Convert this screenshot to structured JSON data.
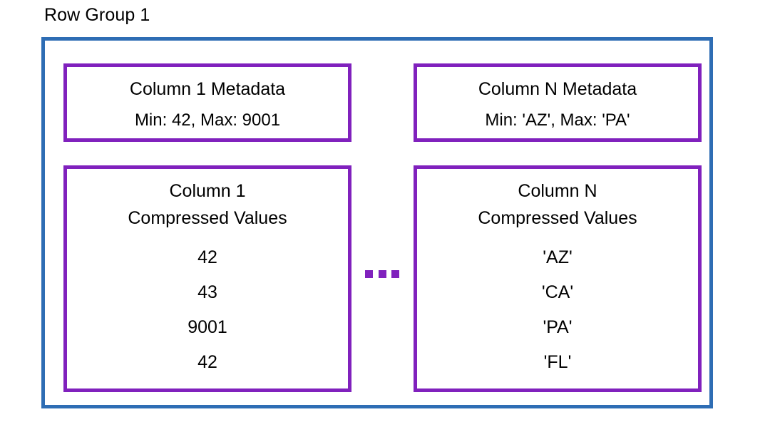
{
  "diagram": {
    "title": "Row Group 1",
    "accent_blue": "#2E6DB4",
    "accent_purple": "#8021BD",
    "background": "#ffffff",
    "text_color": "#000000"
  },
  "columns": [
    {
      "metadata_title": "Column 1 Metadata",
      "metadata_stats": "Min: 42, Max: 9001",
      "values_title_line1": "Column 1",
      "values_title_line2": "Compressed Values",
      "values": [
        "42",
        "43",
        "9001",
        "42"
      ]
    },
    {
      "metadata_title": "Column N Metadata",
      "metadata_stats": "Min: 'AZ', Max: 'PA'",
      "values_title_line1": "Column N",
      "values_title_line2": "Compressed Values",
      "values": [
        "'AZ'",
        "'CA'",
        "'PA'",
        "'FL'"
      ]
    }
  ],
  "ellipsis": {
    "label": "...",
    "dot_count": 3
  }
}
